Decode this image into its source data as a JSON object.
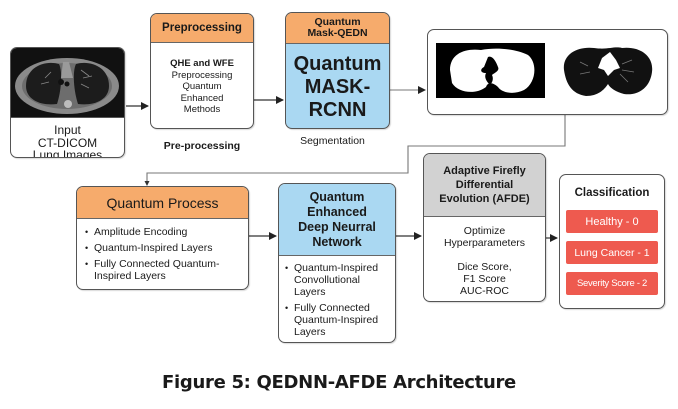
{
  "figure": {
    "caption": "Figure 5: QEDNN-AFDE Architecture"
  },
  "input": {
    "image_icon": "ct-scan-image",
    "lines": [
      "Input",
      "CT-DICOM",
      "Lung Images"
    ]
  },
  "preprocessing": {
    "header": "Preprocessing",
    "body_title": "QHE and WFE",
    "body_lines": [
      "Preprocessing",
      "Quantum",
      "Enhanced",
      "Methods"
    ],
    "stage_label": "Pre-processing"
  },
  "segmentation_model": {
    "header_lines": [
      "Quantum",
      "Mask-QEDN"
    ],
    "body_lines": [
      "Quantum",
      "MASK-",
      "RCNN"
    ],
    "stage_label": "Segmentation"
  },
  "segmentation_output": {
    "images": [
      "binary-lung-mask-image",
      "segmented-lung-image"
    ]
  },
  "quantum_process": {
    "header": "Quantum Process",
    "items": [
      "Amplitude Encoding",
      "Quantum-Inspired Layers",
      "Fully Connected Quantum-Inspired Layers"
    ]
  },
  "qednn": {
    "header_lines": [
      "Quantum",
      "Enhanced",
      "Deep Neurral",
      "Network"
    ],
    "items": [
      "Quantum-Inspired Convollutional Layers",
      "Fully Connected Quantum-Inspired Layers"
    ]
  },
  "afde": {
    "header_lines": [
      "Adaptive Firefly",
      "Differential",
      "Evolution (AFDE)"
    ],
    "body_lines": [
      "Optimize",
      "Hyperparameters"
    ],
    "metrics": [
      "Dice Score,",
      "F1 Score",
      "AUC-ROC"
    ]
  },
  "classification": {
    "title": "Classification",
    "classes": [
      "Healthy - 0",
      "Lung Cancer - 1",
      "Severity Score - 2"
    ],
    "class_color": "#ee5a4f"
  },
  "colors": {
    "orange_header": "#f6ab6c",
    "blue_header": "#aad8f2",
    "gray_header": "#d2d2d2"
  }
}
